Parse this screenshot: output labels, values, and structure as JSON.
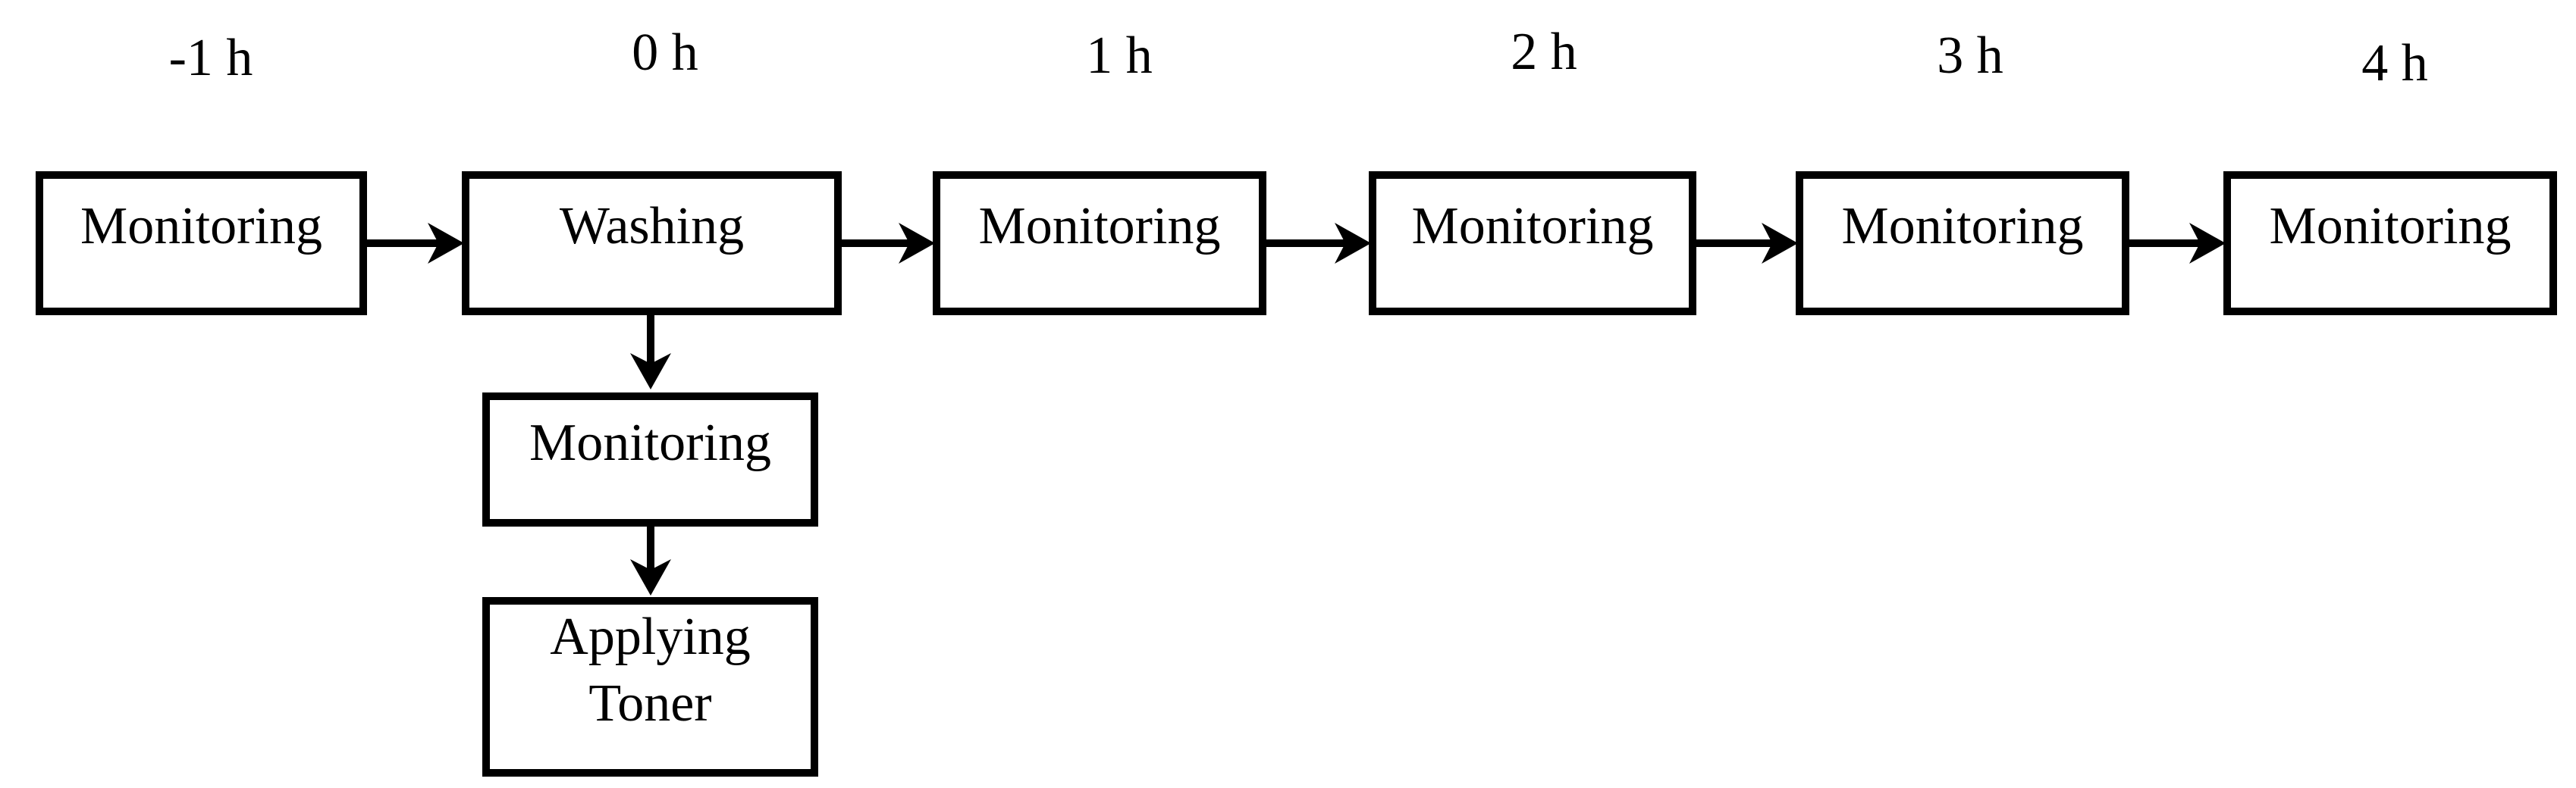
{
  "diagram": {
    "time_axis_labels": [
      "-1 h",
      "0 h",
      "1 h",
      "2 h",
      "3 h",
      "4 h"
    ],
    "main_row_boxes": [
      "Monitoring",
      "Washing",
      "Monitoring",
      "Monitoring",
      "Monitoring",
      "Monitoring"
    ],
    "washing_branch_boxes": [
      "Monitoring",
      "Applying\nToner"
    ],
    "colors": {
      "background": "#ffffff",
      "line": "#000000",
      "box_fill": "#ffffff",
      "text": "#000000"
    }
  }
}
